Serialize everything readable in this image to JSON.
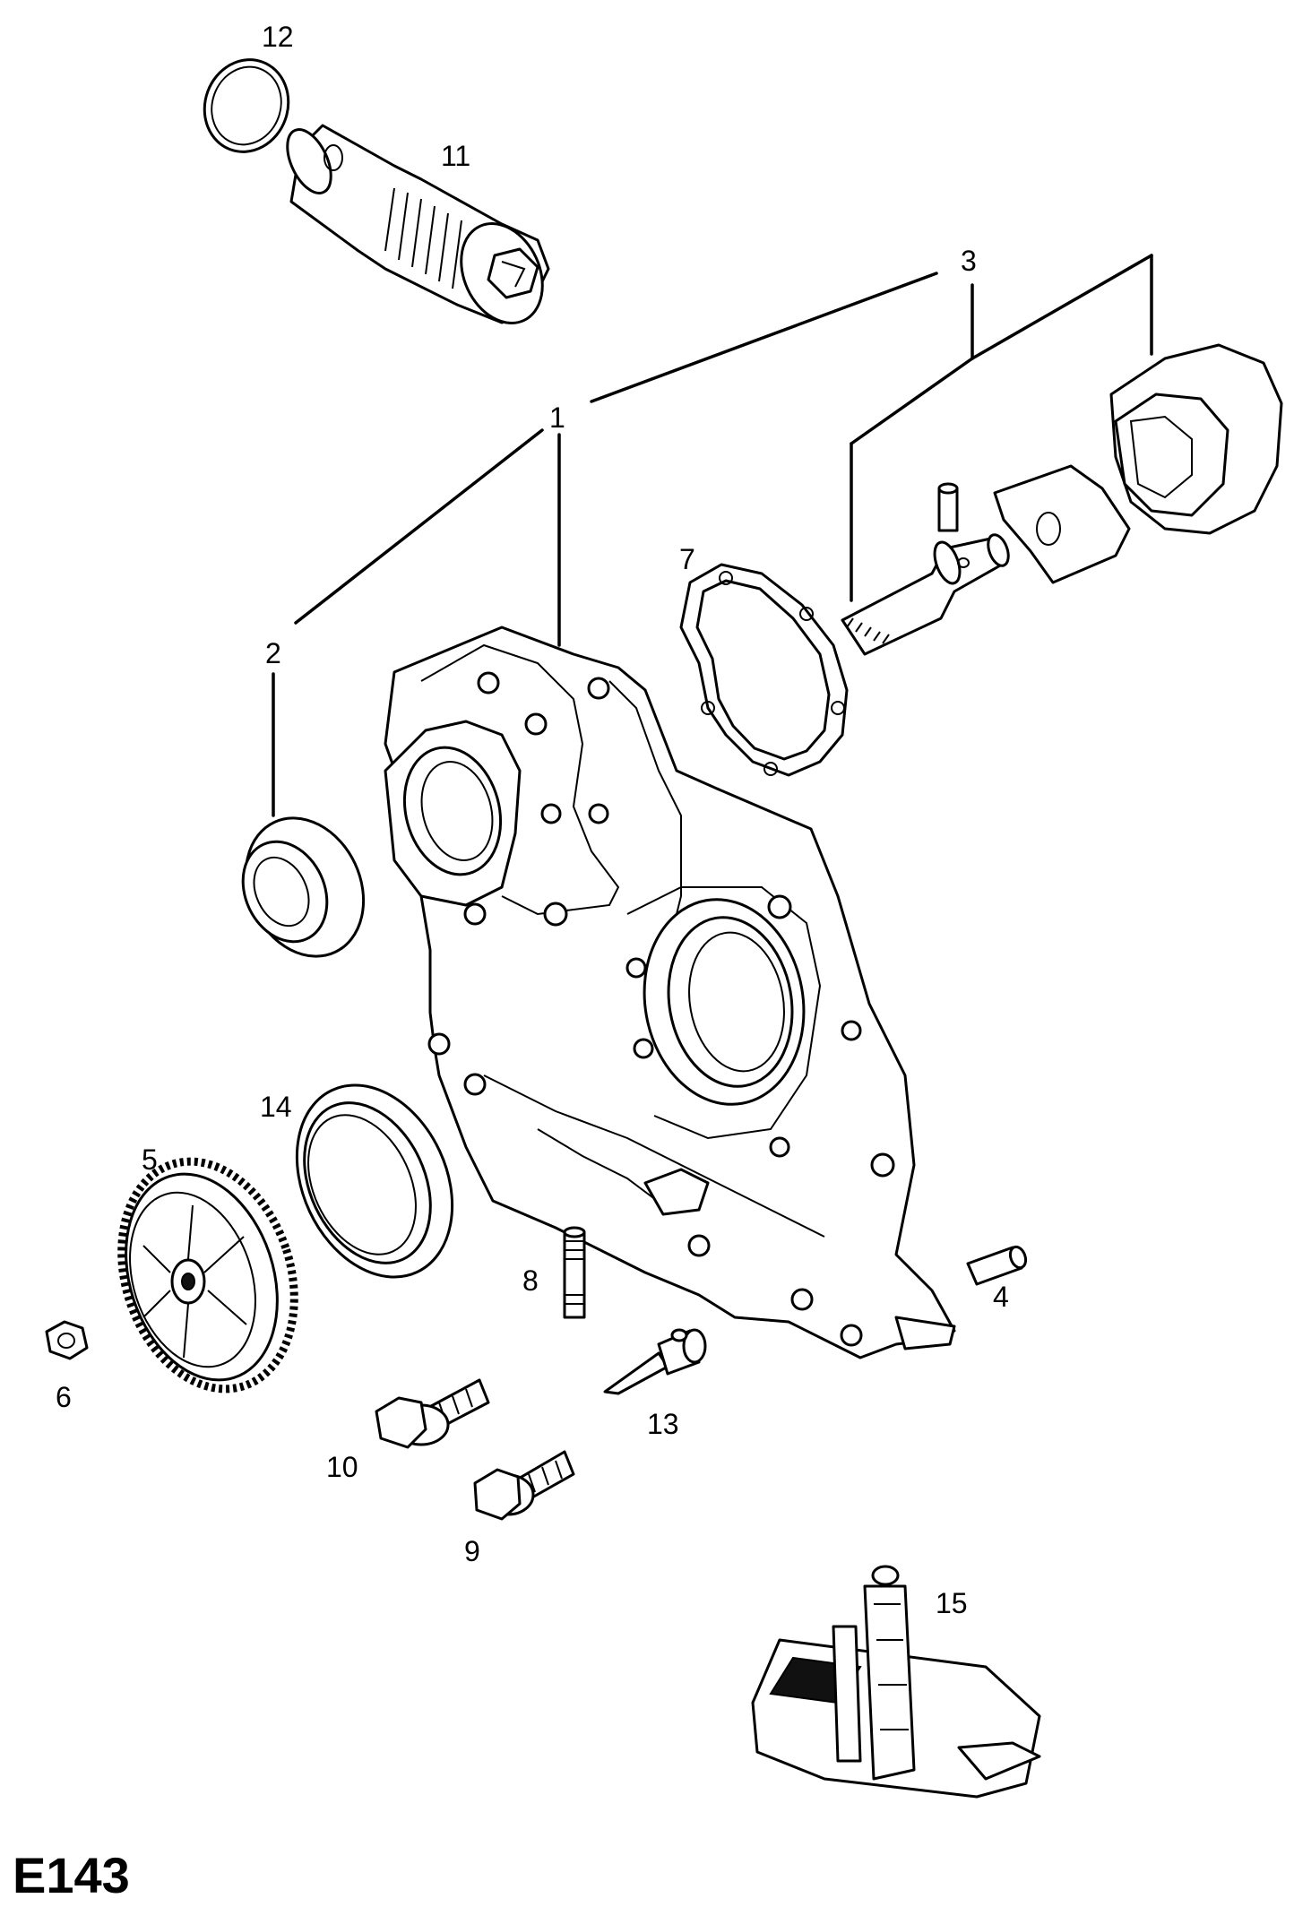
{
  "diagram": {
    "code": "E143",
    "callouts": [
      {
        "id": "1",
        "text": "1"
      },
      {
        "id": "2",
        "text": "2"
      },
      {
        "id": "3",
        "text": "3"
      },
      {
        "id": "4",
        "text": "4"
      },
      {
        "id": "5",
        "text": "5"
      },
      {
        "id": "6",
        "text": "6"
      },
      {
        "id": "7",
        "text": "7"
      },
      {
        "id": "8",
        "text": "8"
      },
      {
        "id": "9",
        "text": "9"
      },
      {
        "id": "10",
        "text": "10"
      },
      {
        "id": "11",
        "text": "11"
      },
      {
        "id": "12",
        "text": "12"
      },
      {
        "id": "13",
        "text": "13"
      },
      {
        "id": "14",
        "text": "14"
      },
      {
        "id": "15",
        "text": "15"
      }
    ]
  }
}
